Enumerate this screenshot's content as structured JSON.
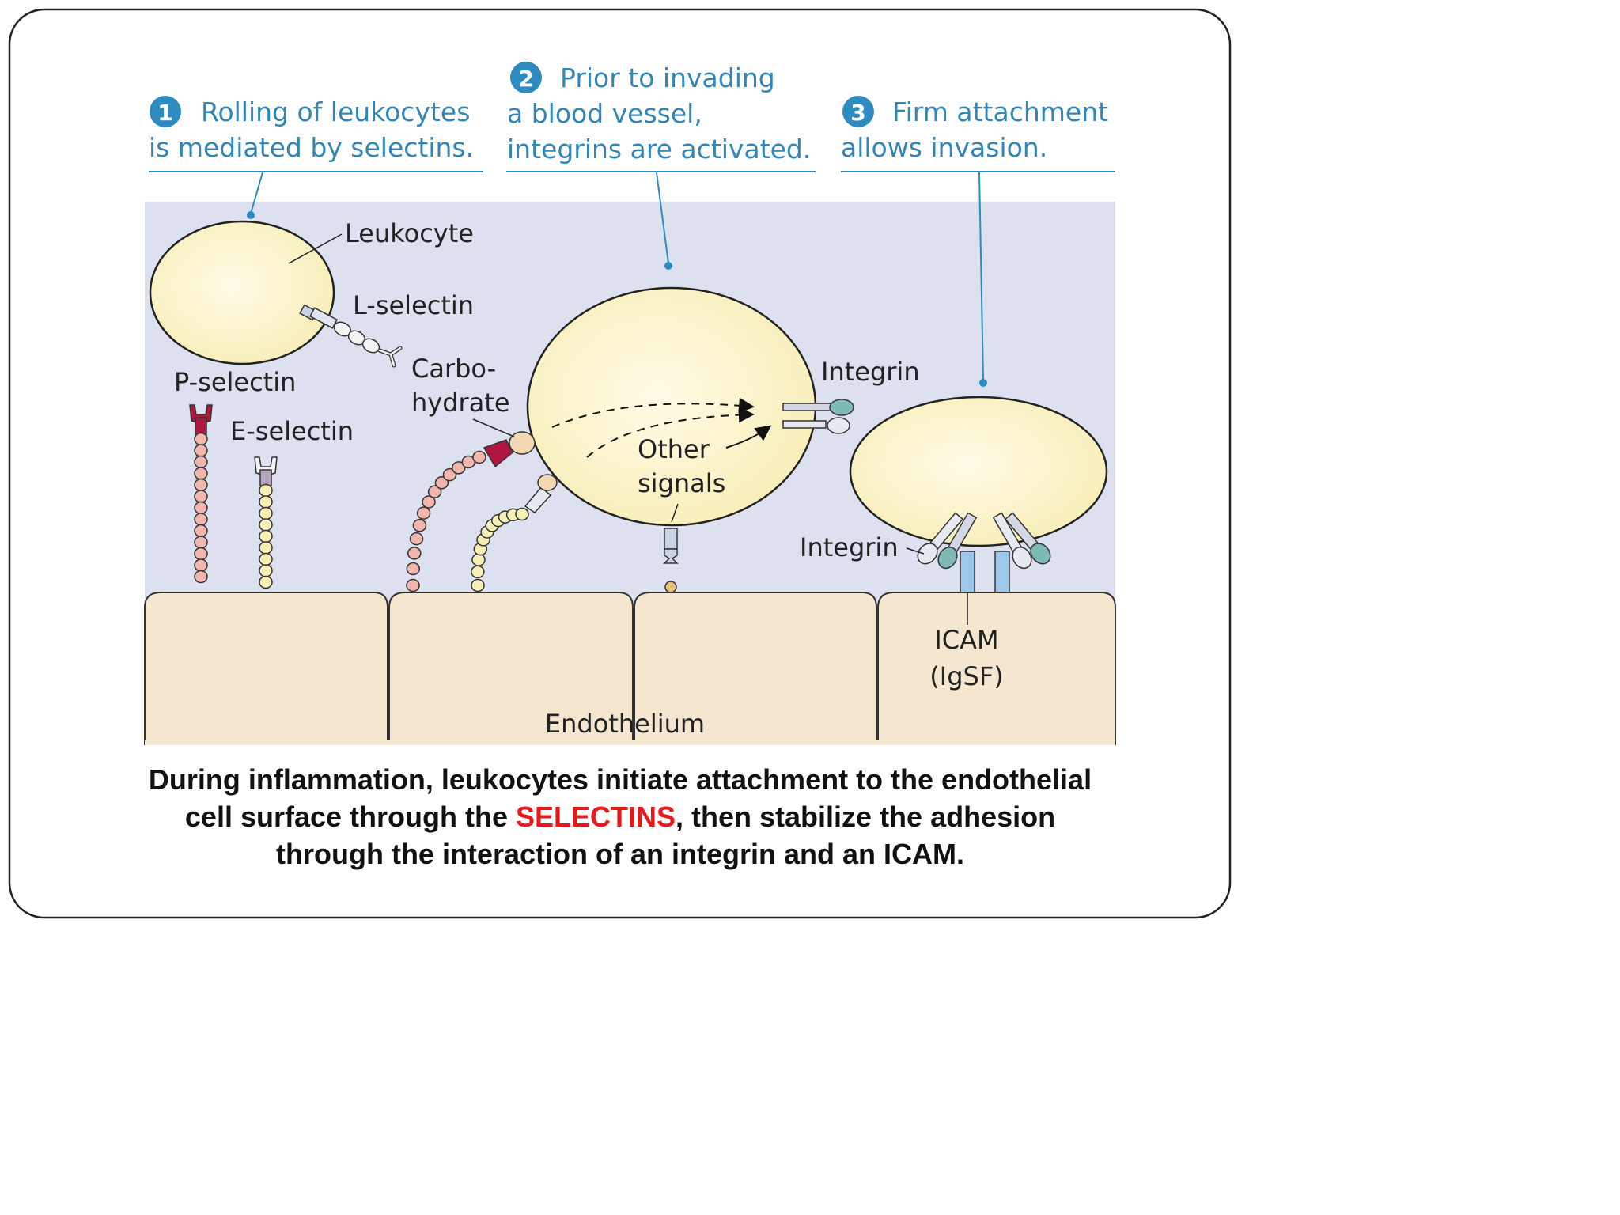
{
  "steps": [
    {
      "number": "1",
      "line1": "Rolling of leukocytes",
      "line2": "is mediated by selectins."
    },
    {
      "number": "2",
      "line1": "Prior to invading",
      "line2": "a blood vessel,",
      "line3": "integrins are activated."
    },
    {
      "number": "3",
      "line1": "Firm attachment",
      "line2": "allows invasion."
    }
  ],
  "labels": {
    "leukocyte": "Leukocyte",
    "l_selectin": "L-selectin",
    "p_selectin": "P-selectin",
    "e_selectin": "E-selectin",
    "carbo_1": "Carbo-",
    "carbo_2": "hydrate",
    "integrin_top": "Integrin",
    "other_1": "Other",
    "other_2": "signals",
    "integrin_bottom": "Integrin",
    "icam_1": "ICAM",
    "icam_2": "(IgSF)",
    "endothelium": "Endothelium"
  },
  "caption": {
    "line1": "During inflammation, leukocytes initiate attachment to the endothelial",
    "line2_pre": "cell surface through the ",
    "line2_highlight": "SELECTINS",
    "line2_post": ", then stabilize the adhesion",
    "line3": "through the interaction of an integrin and an ICAM."
  },
  "colors": {
    "accent_blue": "#2e8bc0",
    "highlight_red": "#e8191b",
    "cell_fill": "#fbf4c8",
    "endothelium_fill": "#f4e6cf",
    "background_panel": "#dde1ef",
    "p_selectin": "#b0173f",
    "integrin_teal": "#7fb9b4",
    "icam_blue": "#9dc8ec"
  }
}
